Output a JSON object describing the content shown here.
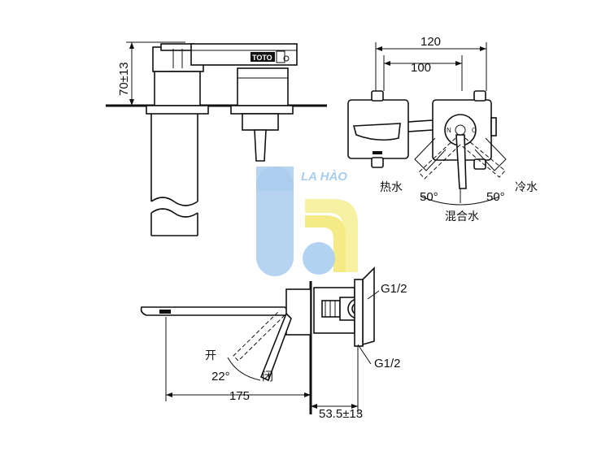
{
  "watermark": {
    "text": "LA HÀO",
    "colors": {
      "blue": "#a9cdee",
      "yellow": "#f6ef9a",
      "navy": "#0b2a7a"
    }
  },
  "brand": "TOTO",
  "dimensions": {
    "height": "70±13",
    "width_outer": "120",
    "width_inner": "100",
    "spout_length": "175",
    "wall_depth": "53.5±13"
  },
  "angles": {
    "left": "50°",
    "right": "50°",
    "lever": "22°"
  },
  "labels": {
    "hot": "热水",
    "cold": "冷水",
    "mix": "混合水",
    "open": "开",
    "close": "闭",
    "thread_top": "G1/2",
    "thread_bottom": "G1/2"
  }
}
